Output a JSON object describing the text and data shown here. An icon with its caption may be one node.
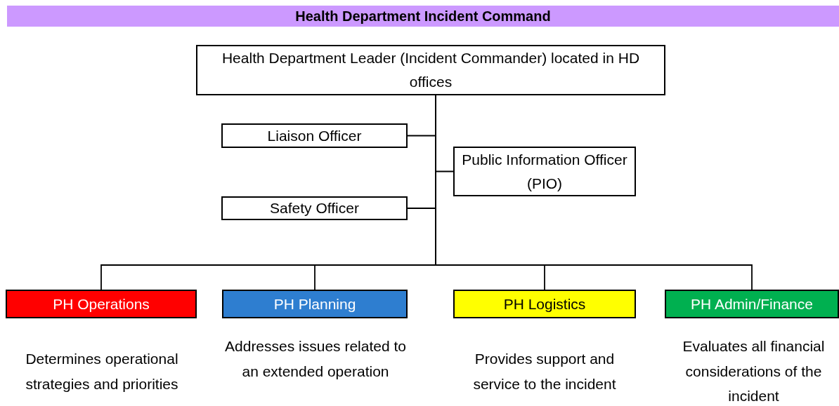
{
  "diagram": {
    "title": "Health Department Incident Command",
    "nodes": [
      {
        "text": [
          "Health Department Leader (Incident Commander) located in HD offices"
        ]
      },
      {
        "text": [
          "Liaison Officer"
        ]
      },
      {
        "text": [
          "Public Information Officer (PIO)"
        ]
      },
      {
        "text": [
          "Safety Officer"
        ]
      },
      {
        "text": [
          "PH Operations"
        ],
        "beside": [
          "Determines operational strategies and priorities"
        ]
      },
      {
        "text": [
          "PH Planning"
        ],
        "beside": [
          "Addresses issues related to an extended operation"
        ]
      },
      {
        "text": [
          "PH Logistics"
        ],
        "beside": [
          "Provides support and service to the incident"
        ]
      },
      {
        "text": [
          "PH Admin/Finance"
        ],
        "beside": [
          "Evaluates all financial considerations of the incident"
        ]
      }
    ],
    "edges": [
      {
        "from": 0,
        "to": 1,
        "arrow": "none"
      },
      {
        "from": 0,
        "to": 2,
        "arrow": "none"
      },
      {
        "from": 0,
        "to": 3,
        "arrow": "none"
      },
      {
        "from": 0,
        "to": 4,
        "arrow": "none"
      },
      {
        "from": 0,
        "to": 5,
        "arrow": "none"
      },
      {
        "from": 0,
        "to": 6,
        "arrow": "none"
      },
      {
        "from": 0,
        "to": 7,
        "arrow": "none"
      }
    ]
  }
}
